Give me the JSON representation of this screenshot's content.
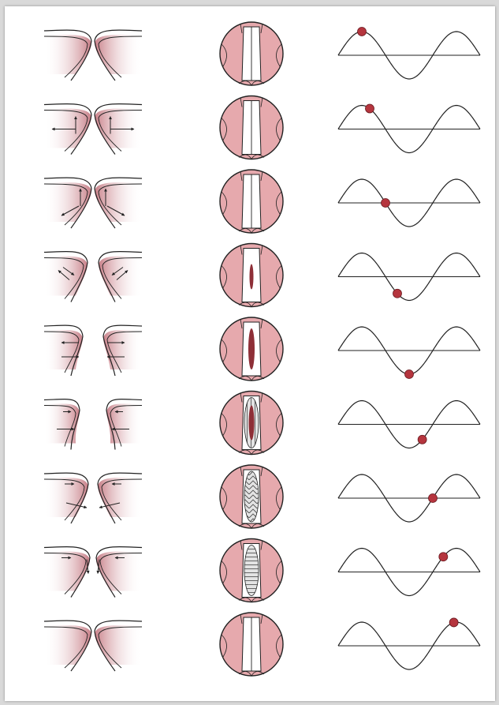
{
  "colors": {
    "tissue": "#e6a9ad",
    "tissue_fade": "#ffffff",
    "outline": "#222222",
    "glottis_open": "#ffffff",
    "glottis_dark": "#8e2f37",
    "glottis_hatched": "#d9d9d9",
    "marker": "#b5353e",
    "line": "#222222"
  },
  "phases": [
    {
      "index": 1,
      "cycle_phase_deg": 90,
      "section_state": "closed",
      "arrows": "none",
      "glottis": "closed"
    },
    {
      "index": 2,
      "cycle_phase_deg": 120,
      "section_state": "closed",
      "arrows": "outward-vertical",
      "glottis": "closed"
    },
    {
      "index": 3,
      "cycle_phase_deg": 180,
      "section_state": "closed",
      "arrows": "diagonal-up",
      "glottis": "closed"
    },
    {
      "index": 4,
      "cycle_phase_deg": 225,
      "section_state": "opening",
      "arrows": "diagonal-down",
      "glottis": "slit"
    },
    {
      "index": 5,
      "cycle_phase_deg": 270,
      "section_state": "open",
      "arrows": "horizontal-outward",
      "glottis": "slit-wider"
    },
    {
      "index": 6,
      "cycle_phase_deg": 320,
      "section_state": "open-wide",
      "arrows": "horizontal-inward",
      "glottis": "open-hatched"
    },
    {
      "index": 7,
      "cycle_phase_deg": 360,
      "section_state": "closing",
      "arrows": "diagonal-inward",
      "glottis": "chevron-hatched"
    },
    {
      "index": 8,
      "cycle_phase_deg": 400,
      "section_state": "nearly-closed",
      "arrows": "converging",
      "glottis": "horizontal-hatched"
    },
    {
      "index": 9,
      "cycle_phase_deg": 440,
      "section_state": "closed",
      "arrows": "none",
      "glottis": "closed"
    }
  ]
}
